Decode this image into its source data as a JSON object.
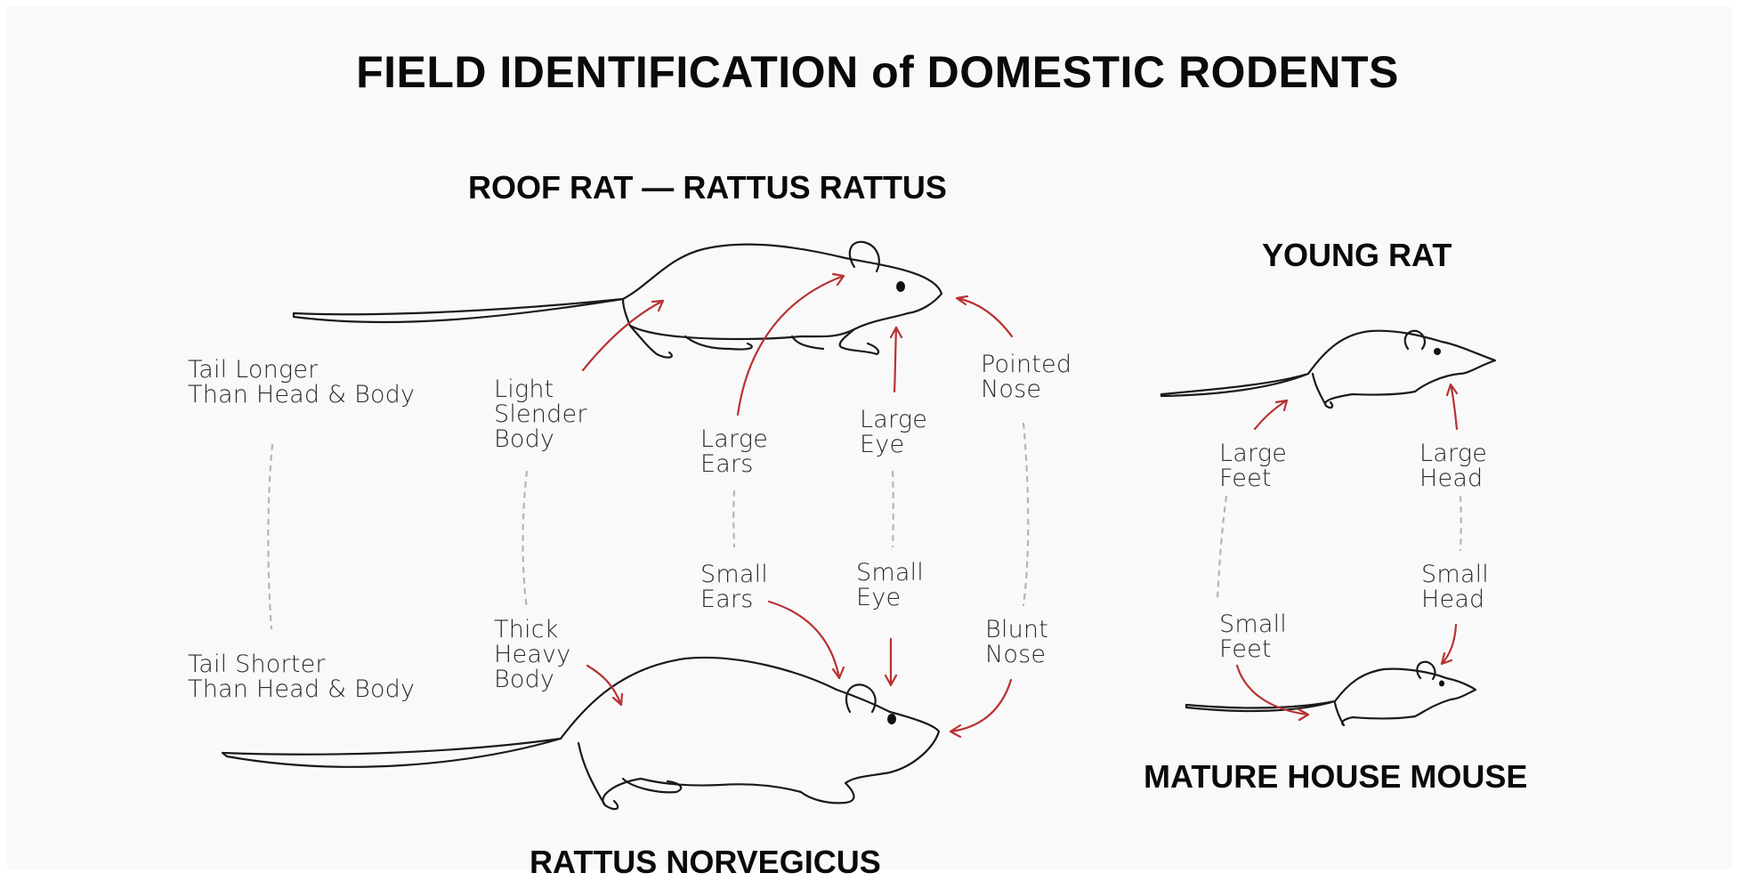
{
  "title": "FIELD IDENTIFICATION of DOMESTIC RODENTS",
  "sections": {
    "roof_rat": "ROOF RAT — RATTUS RATTUS",
    "norway_rat": "RATTUS NORVEGICUS",
    "young_rat": "YOUNG RAT",
    "house_mouse": "MATURE HOUSE MOUSE"
  },
  "labels": {
    "tail_longer": "Tail Longer\nThan Head & Body",
    "tail_shorter": "Tail Shorter\nThan Head & Body",
    "light_body": "Light\nSlender\nBody",
    "thick_body": "Thick\nHeavy\nBody",
    "large_ears": "Large\nEars",
    "small_ears": "Small\nEars",
    "large_eye": "Large\nEye",
    "small_eye": "Small\nEye",
    "pointed_nose": "Pointed\nNose",
    "blunt_nose": "Blunt\nNose",
    "large_feet": "Large\nFeet",
    "small_feet": "Small\nFeet",
    "large_head": "Large\nHead",
    "small_head": "Small\nHead"
  },
  "colors": {
    "arrow": "#b83232",
    "connector": "#b5b5b5",
    "panel_bg": "#f9f9f9",
    "text": "#0a0a0a"
  }
}
